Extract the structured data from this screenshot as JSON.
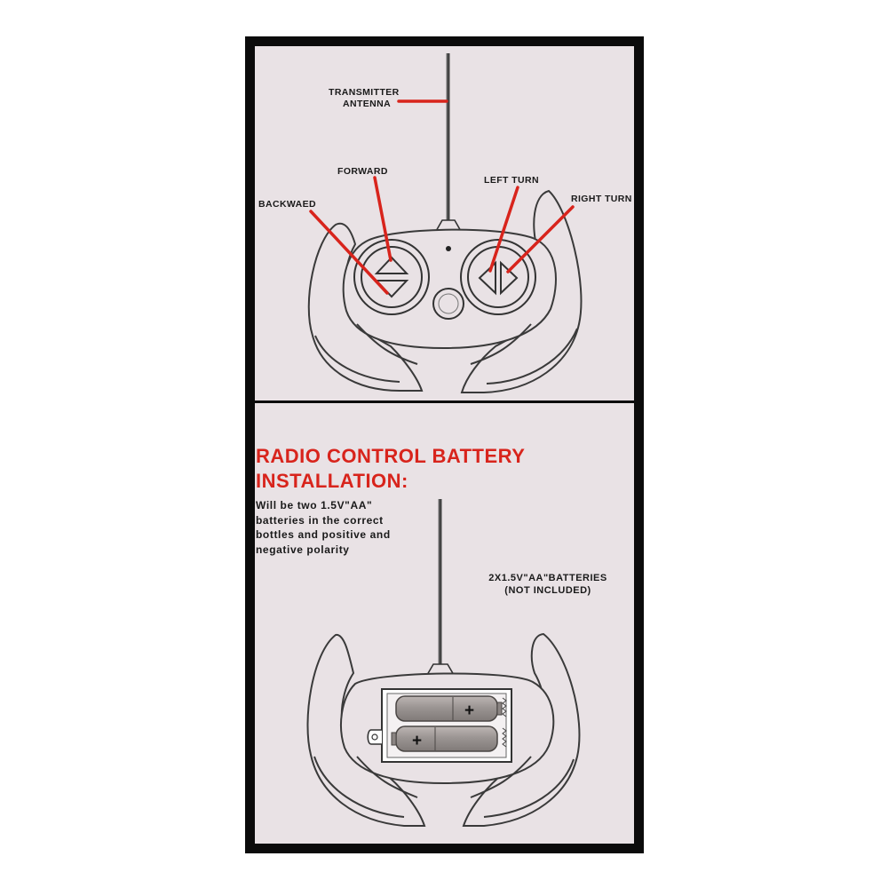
{
  "top_diagram": {
    "labels": {
      "antenna_line1": "TRANSMITTER",
      "antenna_line2": "ANTENNA",
      "forward": "FORWARD",
      "backward": "BACKWAED",
      "left_turn": "LEFT TURN",
      "right_turn": "RIGHT TURN"
    }
  },
  "battery_section": {
    "title_line1": "RADIO CONTROL BATTERY",
    "title_line2": "INSTALLATION:",
    "instructions": [
      "Will be two 1.5V\"AA\"",
      "batteries in the correct",
      "bottles and positive and",
      "negative polarity"
    ],
    "battery_note_line1": "2X1.5V\"AA\"BATTERIES",
    "battery_note_line2": "(NOT INCLUDED)",
    "battery_count": 2,
    "polarity_symbol": "+"
  },
  "colors": {
    "panel_background": "#e9e2e5",
    "frame": "#0b0b0b",
    "callout_red": "#d8241c",
    "battery_grey": "#9b9593"
  }
}
